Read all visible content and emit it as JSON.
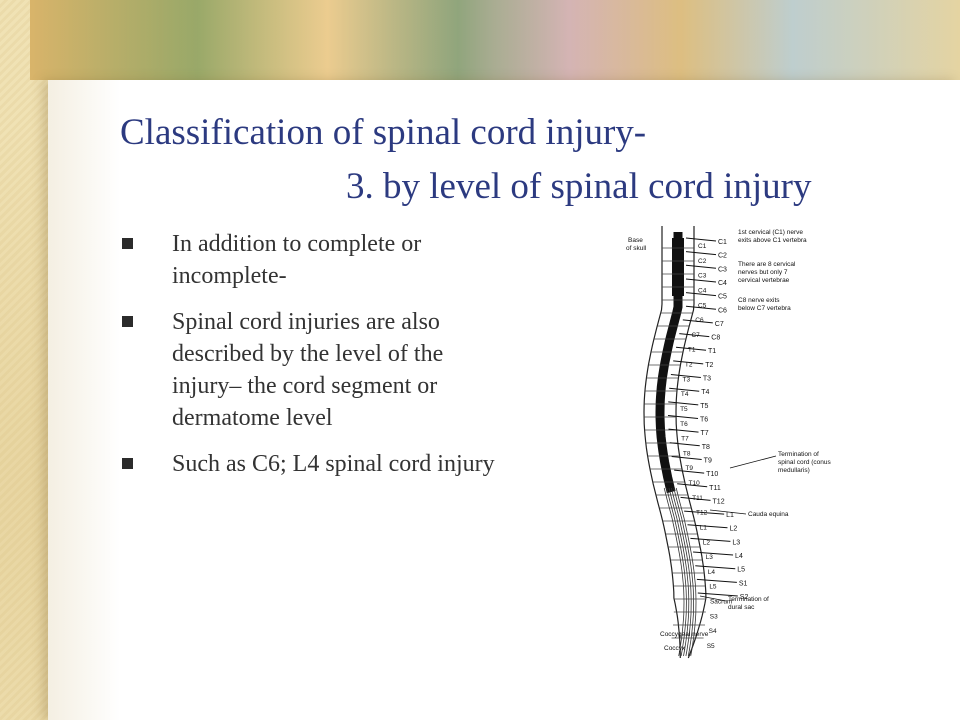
{
  "title": {
    "line1": "Classification of spinal cord injury-",
    "line2": "3. by level of spinal cord injury"
  },
  "bullets": [
    "In addition to complete or incomplete-",
    "Spinal cord injuries are also described by the level of the injury– the cord segment or dermatome level",
    "Such as C6; L4 spinal cord injury"
  ],
  "figure": {
    "base_label": [
      "Base",
      "of skull"
    ],
    "nerves": [
      "C1",
      "C2",
      "C3",
      "C4",
      "C5",
      "C6",
      "C7",
      "C8",
      "T1",
      "T2",
      "T3",
      "T4",
      "T5",
      "T6",
      "T7",
      "T8",
      "T9",
      "T10",
      "T11",
      "T12",
      "L1",
      "L2",
      "L3",
      "L4",
      "L5",
      "S1",
      "S2"
    ],
    "vertebrae": [
      "C1",
      "C2",
      "C3",
      "C4",
      "C5",
      "C6",
      "C7",
      "T1",
      "T2",
      "T3",
      "T4",
      "T5",
      "T6",
      "T7",
      "T8",
      "T9",
      "T10",
      "T11",
      "T12",
      "L1",
      "L2",
      "L3",
      "L4",
      "L5",
      "Sacrum",
      "S3",
      "S4",
      "S5"
    ],
    "annotations": {
      "c1_nerve": [
        "1st cervical (C1) nerve",
        "exits above C1 vertebra"
      ],
      "cervical_count": [
        "There are 8 cervical",
        "nerves but only 7",
        "cervical vertebrae"
      ],
      "c8_exit": [
        "C8 nerve exits",
        "below C7 vertebra"
      ],
      "conus": [
        "Termination of",
        "spinal cord (conus",
        "medullaris)"
      ],
      "cauda": [
        "Cauda equina"
      ],
      "dural": [
        "Termination of",
        "dural sac"
      ],
      "coccygeal": [
        "Coccygeal nerve"
      ],
      "coccyx": [
        "Coccyx"
      ]
    }
  }
}
